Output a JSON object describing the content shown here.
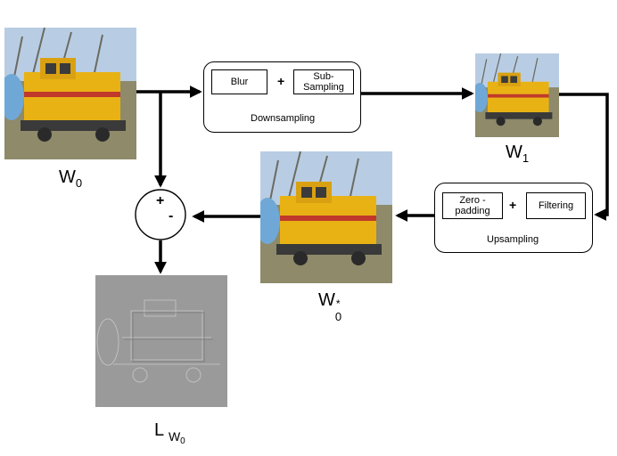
{
  "labels": {
    "w0_main": "W",
    "w0_sub": "0",
    "w1_main": "W",
    "w1_sub": "1",
    "w0star_main": "W",
    "w0star_sub": "0",
    "w0star_sup": "*",
    "lw0_main": "L",
    "lw0_sub_main": "W",
    "lw0_sub_sub": "0"
  },
  "downsampling": {
    "blur": "Blur",
    "plus": "+",
    "subsampling": "Sub-\nSampling",
    "caption": "Downsampling"
  },
  "upsampling": {
    "zero_padding": "Zero -\npadding",
    "plus": "+",
    "filtering": "Filtering",
    "caption": "Upsampling"
  },
  "combiner": {
    "plus": "+",
    "minus": "-"
  },
  "colors": {
    "sky": "#a9c3dc",
    "grass": "#8d8a66",
    "loco_yellow": "#e9b214",
    "loco_red": "#c0392b",
    "residual_gray": "#9a9a9a"
  }
}
